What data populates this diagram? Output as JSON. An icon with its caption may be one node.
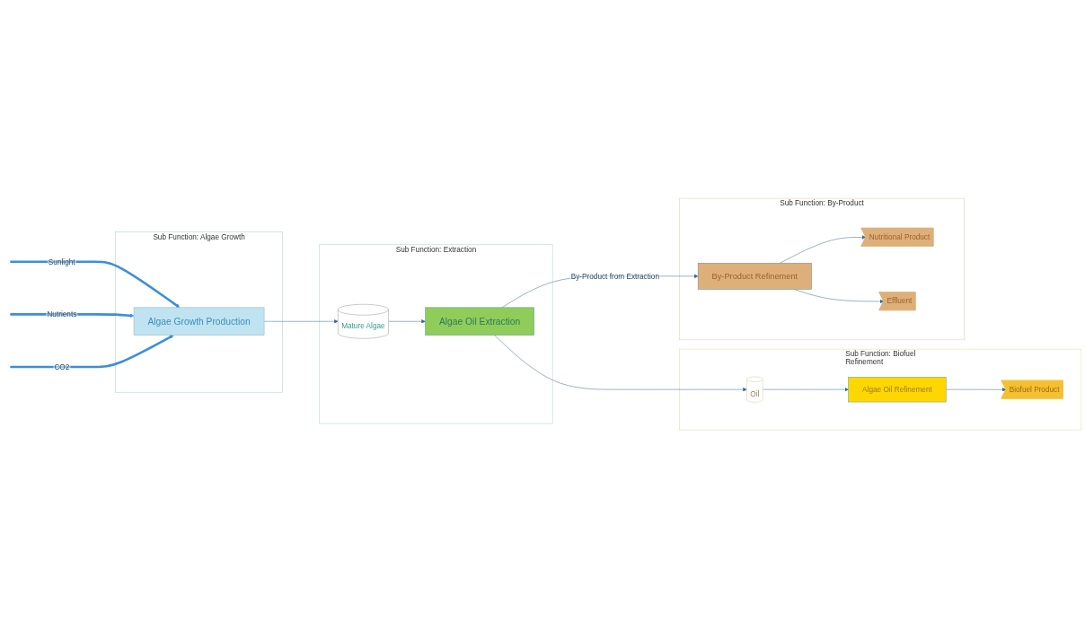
{
  "diagram": {
    "nodes": [
      {
        "text": [
          "Sub Function: Algae Growth"
        ]
      },
      {
        "text": [
          "Algae Growth Production"
        ],
        "in": 0
      },
      {
        "text": [
          "Sub Function: Extraction"
        ]
      },
      {
        "text": [
          "Mature Algae"
        ],
        "in": 2
      },
      {
        "text": [
          "Algae Oil Extraction"
        ],
        "in": 2
      },
      {
        "text": [
          "Sub Function: Biofuel Refinement"
        ]
      },
      {
        "text": [
          "Oil"
        ],
        "in": 5
      },
      {
        "text": [
          "Algae Oil Refinement"
        ],
        "in": 5
      },
      {
        "text": [
          "Biofuel Product"
        ],
        "in": 5
      },
      {
        "text": [
          "Sub Function: By-Product"
        ]
      },
      {
        "text": [
          "By-Product Refinement"
        ],
        "in": 9
      },
      {
        "text": [
          "Nutritional Product"
        ],
        "in": 9
      },
      {
        "text": [
          "Effluent"
        ],
        "in": 9
      }
    ],
    "edges": [
      {
        "from": null,
        "to": 1,
        "arrow": "to",
        "label": "Sunlight",
        "style": "thick",
        "color": "#3b8fd8"
      },
      {
        "from": null,
        "to": 1,
        "arrow": "to",
        "label": "Nutrients",
        "style": "thick",
        "color": "#3b8fd8"
      },
      {
        "from": null,
        "to": 1,
        "arrow": "to",
        "label": "CO2",
        "style": "thick",
        "color": "#3b8fd8"
      },
      {
        "from": 1,
        "to": 3,
        "arrow": "to"
      },
      {
        "from": 3,
        "to": 4,
        "arrow": "to"
      },
      {
        "from": 4,
        "to": 6,
        "arrow": "to"
      },
      {
        "from": 6,
        "to": 7,
        "arrow": "to"
      },
      {
        "from": 7,
        "to": 8,
        "arrow": "to"
      },
      {
        "from": 4,
        "to": 10,
        "arrow": "to",
        "label": "By-Product from Extraction"
      },
      {
        "from": 10,
        "to": 11,
        "arrow": "to"
      },
      {
        "from": 10,
        "to": 12,
        "arrow": "to"
      }
    ]
  }
}
